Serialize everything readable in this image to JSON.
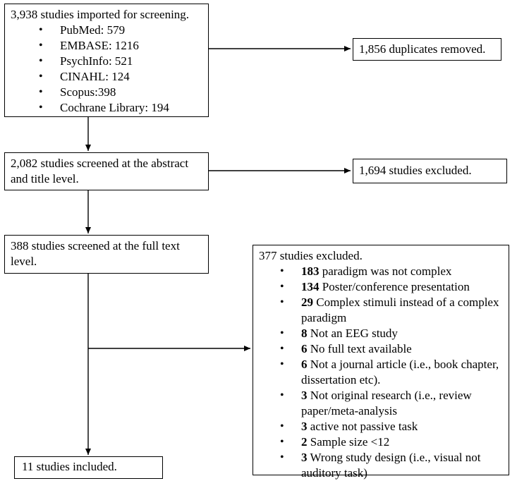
{
  "imported": {
    "title": "3,938 studies imported for screening.",
    "sources": [
      "PubMed: 579",
      "EMBASE: 1216",
      "PsychInfo: 521",
      "CINAHL: 124",
      "Scopus:398",
      "Cochrane Library: 194"
    ]
  },
  "duplicates": {
    "text": "1,856 duplicates removed."
  },
  "abstract_screen": {
    "line1": "2,082 studies screened at the abstract",
    "line2": "and title level."
  },
  "abstract_excluded": {
    "text": "1,694 studies excluded."
  },
  "fulltext_screen": {
    "line1": "388 studies screened at the full text",
    "line2": "level."
  },
  "fulltext_excluded": {
    "title": "377 studies excluded.",
    "reasons": [
      {
        "n": "183",
        "text": "paradigm was not complex",
        "cont": ""
      },
      {
        "n": "134",
        "text": "Poster/conference presentation",
        "cont": ""
      },
      {
        "n": "29",
        "text": "Complex stimuli instead of a complex",
        "cont": "paradigm"
      },
      {
        "n": "8",
        "text": "Not an EEG study",
        "cont": ""
      },
      {
        "n": "6",
        "text": "No full text available",
        "cont": ""
      },
      {
        "n": "6",
        "text": "Not a journal article (i.e., book chapter,",
        "cont": "dissertation etc)."
      },
      {
        "n": "3",
        "text": "Not original research (i.e., review",
        "cont": "paper/meta-analysis"
      },
      {
        "n": "3",
        "text": "active not passive task",
        "cont": ""
      },
      {
        "n": "2",
        "text": "Sample size <12",
        "cont": ""
      },
      {
        "n": "3",
        "text": "Wrong study design (i.e., visual not",
        "cont": "auditory task)"
      }
    ]
  },
  "included": {
    "text": "11 studies included."
  }
}
